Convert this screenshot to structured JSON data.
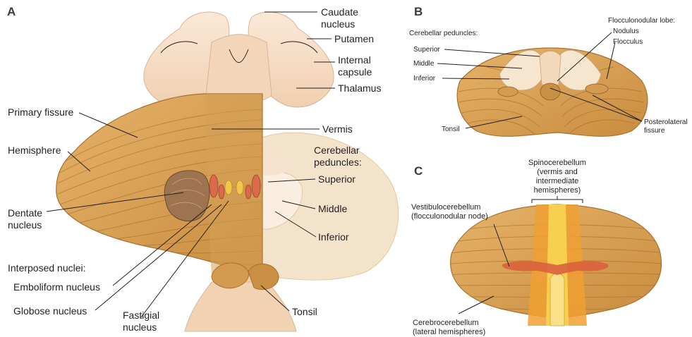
{
  "panels": {
    "a": {
      "letter": "A",
      "labels": {
        "caudate": [
          "Caudate",
          "nucleus"
        ],
        "putamen": [
          "Putamen"
        ],
        "internal_capsule": [
          "Internal",
          "capsule"
        ],
        "thalamus": [
          "Thalamus"
        ],
        "vermis": [
          "Vermis"
        ],
        "cerebellar_peduncles": [
          "Cerebellar",
          "peduncles:"
        ],
        "superior": [
          "Superior"
        ],
        "middle": [
          "Middle"
        ],
        "inferior": [
          "Inferior"
        ],
        "tonsil": [
          "Tonsil"
        ],
        "primary_fissure": [
          "Primary fissure"
        ],
        "hemisphere": [
          "Hemisphere"
        ],
        "dentate": [
          "Dentate",
          "nucleus"
        ],
        "interposed": [
          "Interposed nuclei:"
        ],
        "emboliform": [
          "Emboliform nucleus"
        ],
        "globose": [
          "Globose nucleus"
        ],
        "fastigial": [
          "Fastigial",
          "nucleus"
        ]
      }
    },
    "b": {
      "letter": "B",
      "labels": {
        "cerebellar_peduncles": [
          "Cerebellar peduncles:"
        ],
        "superior": [
          "Superior"
        ],
        "middle": [
          "Middle"
        ],
        "inferior": [
          "Inferior"
        ],
        "flocculonodular": [
          "Flocculonodular lobe:"
        ],
        "nodulus": [
          "Nodulus"
        ],
        "flocculus": [
          "Flocculus"
        ],
        "posterolateral": [
          "Posterolateral",
          "fissure"
        ],
        "tonsil": [
          "Tonsil"
        ]
      }
    },
    "c": {
      "letter": "C",
      "labels": {
        "spinocerebellum": [
          "Spinocerebellum",
          "(vermis and",
          "intermediate",
          "hemispheres)"
        ],
        "vestibulocerebellum": [
          "Vestibulocerebellum",
          "(flocculonodular node)"
        ],
        "cerebrocerebellum": [
          "Cerebrocerebellum",
          "(lateral hemispheres)"
        ]
      }
    }
  },
  "colors": {
    "cerebellum": "#d9a35a",
    "cerebellum_dark": "#b57d33",
    "forebrain": "#f6dcc4",
    "peduncle_region": "#f4e3cb",
    "dentate": "#9e7450",
    "emboliform": "#d96a4a",
    "globose": "#d96a4a",
    "fastigial": "#f3c64a",
    "spinocerebellum": "#f0a032",
    "vermis_band": "#f7d050",
    "vestibulocerebellum": "#d9603c"
  }
}
